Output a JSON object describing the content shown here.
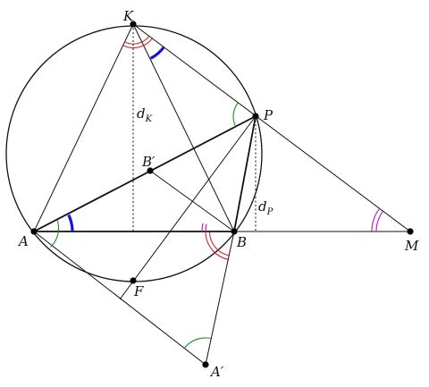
{
  "figure": {
    "points": {
      "K": "K",
      "P": "P",
      "A": "A",
      "B": "B",
      "B_prime": "B′",
      "M": "M",
      "F": "F",
      "A_prime": "A′"
    },
    "distances": {
      "d_K": {
        "base": "d",
        "sub": "K"
      },
      "d_P": {
        "base": "d",
        "sub": "P"
      }
    }
  },
  "colors": {
    "stroke": "#111111",
    "angle_blue": "#1515d8",
    "angle_red": "#d01818",
    "angle_magenta": "#c21cc2",
    "angle_green": "#1f8a1f"
  }
}
